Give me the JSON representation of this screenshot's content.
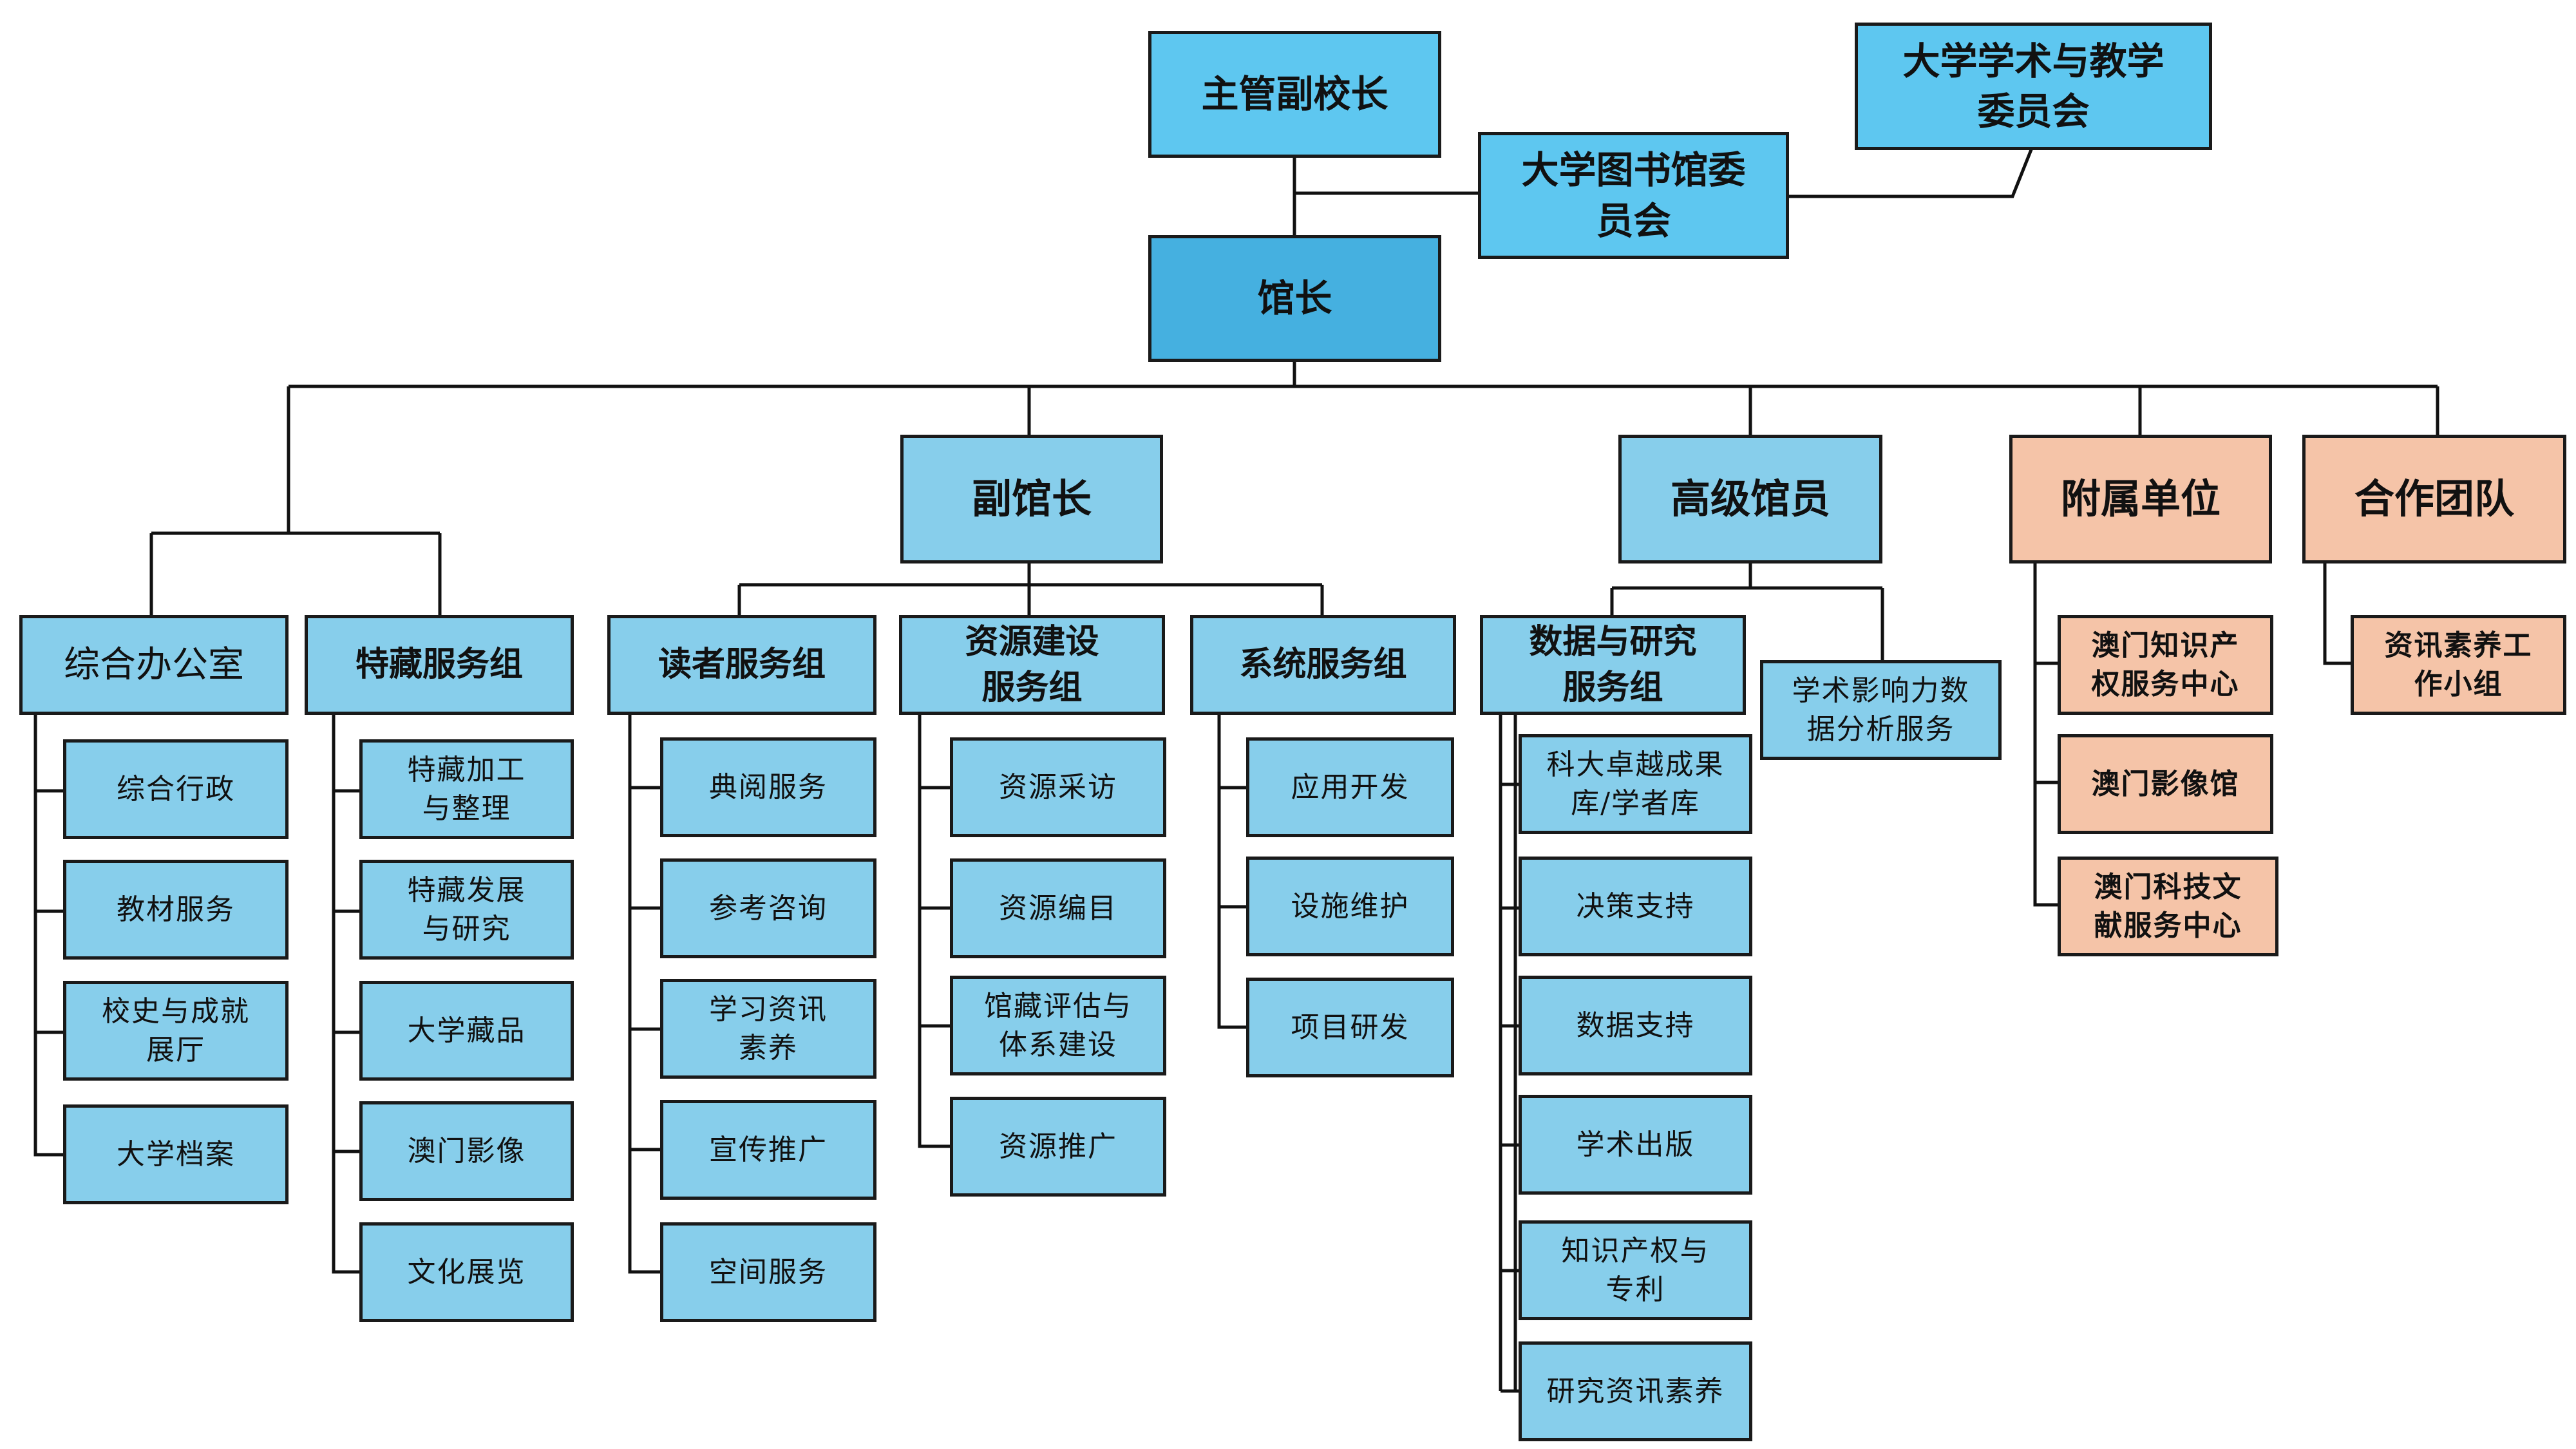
{
  "colors": {
    "top": "#5ec7f0",
    "director": "#45b0e0",
    "main": "#87ceeb",
    "orange": "#f5c4a8",
    "line": "#111111"
  },
  "top": {
    "vp": "主管副校长",
    "academic_committee": "大学学术与教学\n委员会",
    "library_committee": "大学图书馆委\n员会",
    "director": "馆长"
  },
  "branches": {
    "deputy": "副馆长",
    "senior": "高级馆员",
    "affiliated": "附属单位",
    "cooperation": "合作团队"
  },
  "groups": {
    "office": {
      "title": "综合办公室",
      "items": [
        "综合行政",
        "教材服务",
        "校史与成就\n展厅",
        "大学档案"
      ]
    },
    "special": {
      "title": "特藏服务组",
      "items": [
        "特藏加工\n与整理",
        "特藏发展\n与研究",
        "大学藏品",
        "澳门影像",
        "文化展览"
      ]
    },
    "reader": {
      "title": "读者服务组",
      "items": [
        "典阅服务",
        "参考咨询",
        "学习资讯\n素养",
        "宣传推广",
        "空间服务"
      ]
    },
    "resource": {
      "title": "资源建设\n服务组",
      "items": [
        "资源采访",
        "资源编目",
        "馆藏评估与\n体系建设",
        "资源推广"
      ]
    },
    "system": {
      "title": "系统服务组",
      "items": [
        "应用开发",
        "设施维护",
        "项目研发"
      ]
    },
    "data": {
      "title": "数据与研究\n服务组",
      "items": [
        "科大卓越成果\n库/学者库",
        "决策支持",
        "数据支持",
        "学术出版",
        "知识产权与\n专利",
        "研究资讯素养"
      ]
    },
    "impact": {
      "title": "学术影响力数\n据分析服务"
    },
    "affiliated_items": [
      "澳门知识产\n权服务中心",
      "澳门影像馆",
      "澳门科技文\n献服务中心"
    ],
    "cooperation_items": [
      "资讯素养工\n作小组"
    ]
  }
}
